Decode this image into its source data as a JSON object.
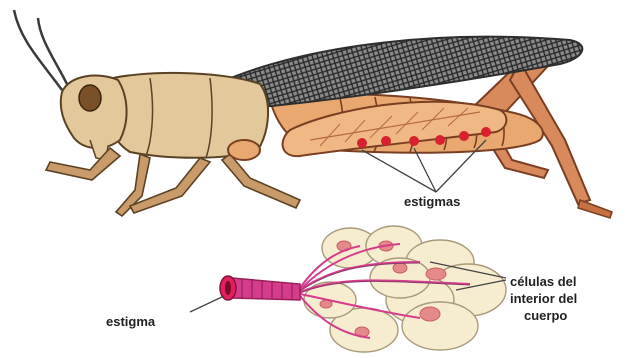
{
  "labels": {
    "stigmas": "estigmas",
    "stigma": "estigma",
    "cells_line1": "células del",
    "cells_line2": "interior del",
    "cells_line3": "cuerpo"
  },
  "colors": {
    "body": "#e2c89a",
    "outline": "#5a4224",
    "wing": "#6e6e6e",
    "stigma_dot": "#d8202e",
    "trachea": "#d63c8c",
    "cell_fill": "#f6ecd0",
    "nucleus": "#e58a8a"
  }
}
